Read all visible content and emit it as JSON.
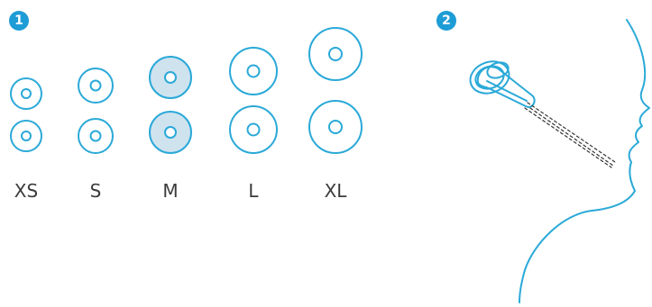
{
  "colors": {
    "accent": "#1d9cd6",
    "outline": "#2aa9d8",
    "highlight_fill": "#cfe3ef",
    "label": "#3b3b3b"
  },
  "steps": [
    {
      "number": "1",
      "icon": "step-1-badge"
    },
    {
      "number": "2",
      "icon": "step-2-badge"
    }
  ],
  "ear_tip_sizes": [
    {
      "label": "XS",
      "highlighted": false
    },
    {
      "label": "S",
      "highlighted": false
    },
    {
      "label": "M",
      "highlighted": true
    },
    {
      "label": "L",
      "highlighted": false
    },
    {
      "label": "XL",
      "highlighted": false
    }
  ],
  "illustration": {
    "icon": "earbud-in-ear-profile"
  }
}
